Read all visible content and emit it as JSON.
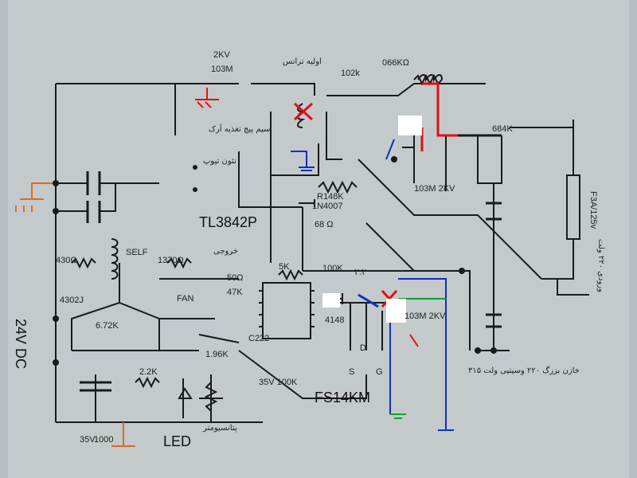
{
  "labels": {
    "cap_2kv": "2KV",
    "cap_103m_top": "103M",
    "oweh_trans": "اولیه ترانس",
    "cap_102k": "102k",
    "res_top_right": "066KΩ",
    "res_684k": "684K",
    "fuse": "F3A/125v",
    "res_148k": "R148K",
    "cap_103m_mid": "103M 2KV",
    "diode_1n4007": "1N4007",
    "ic_name": "TL3842P",
    "res_68": "68 Ω",
    "res_430": "430Ω",
    "self_coil": "SELF",
    "res_1370": "1370Ω",
    "fan": "FAN",
    "res_672k": "6.72K",
    "res_500": "50Ω",
    "res_47k": "47K",
    "res_196k": "1.96K",
    "cap_c222": "C222",
    "diode_4148": "4148",
    "cap_103m_low": "103M 2KV",
    "mosfet": "FS14KM",
    "pin_d": "D",
    "pin_s": "S",
    "pin_g": "G",
    "res_22k": "2.2K",
    "cap_35v": "35V",
    "cap_35v_100k": "35V 100K",
    "cap_35v_left": "35V",
    "cap_1000": "1000",
    "led": "LED",
    "potentiometer": "پتانسیومتر",
    "supply_24v": "24V DC",
    "res_4302": "4302J",
    "output_cap_label": "خازن بزرگ ۲۲۰ وسیتیی ولت ۳۱۵",
    "side_text": "ورودی ۲۲۰ ولت",
    "high_voltage_label": "سیم پیچ تغذیه آرک",
    "neon_label": "نئون تیوپ",
    "res_100k": "100K",
    "res_5k": "5K",
    "mark_22": "۲.۲",
    "sw_label": "خروجی"
  },
  "colors": {
    "paper": "#b9bec2",
    "ink": "#1a1a1a",
    "red": "#e01010",
    "blue": "#1030c0",
    "green": "#10a030",
    "orange": "#e06a20",
    "white": "#ffffff"
  }
}
